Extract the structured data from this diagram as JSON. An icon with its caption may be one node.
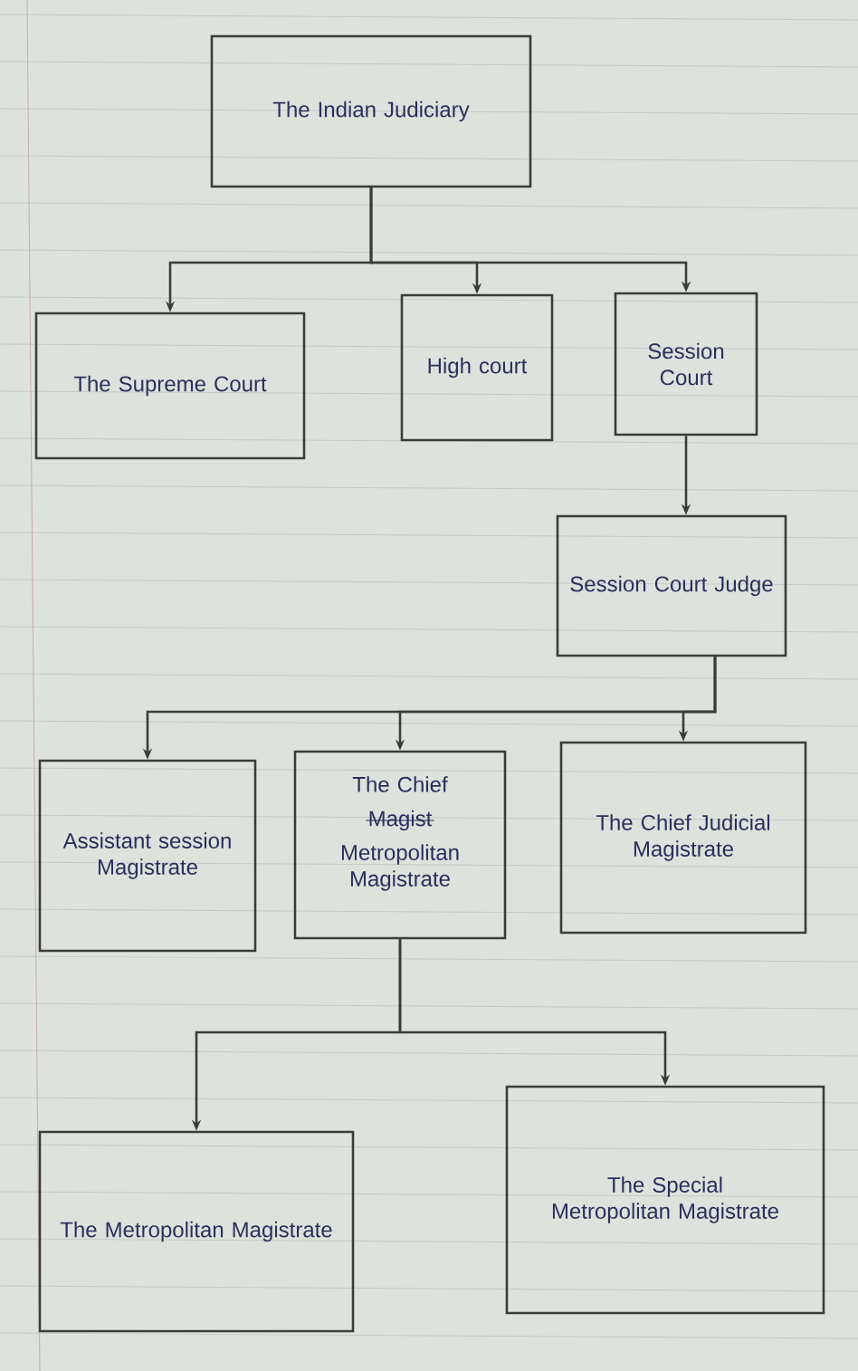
{
  "diagram": {
    "nodes": [
      {
        "text": [
          "The Indian Judiciary"
        ]
      },
      {
        "text": [
          "The Supreme Court"
        ]
      },
      {
        "text": [
          "High court"
        ]
      },
      {
        "text": [
          "Session Court"
        ]
      },
      {
        "text": [
          "Session Court Judge"
        ]
      },
      {
        "text": [
          "Assistant session Magistrate"
        ]
      },
      {
        "text": [
          "The Chief",
          "Magist",
          "Metropolitan Magistrate"
        ]
      },
      {
        "text": [
          "The Chief Judicial Magistrate"
        ]
      },
      {
        "text": [
          "The Metropolitan Magistrate"
        ]
      },
      {
        "text": [
          "The Special Metropolitan Magistrate"
        ]
      }
    ],
    "edges": [
      {
        "from": 0,
        "to": 1,
        "arrow": "to"
      },
      {
        "from": 0,
        "to": 2,
        "arrow": "to"
      },
      {
        "from": 0,
        "to": 3,
        "arrow": "to"
      },
      {
        "from": 3,
        "to": 4,
        "arrow": "to"
      },
      {
        "from": 4,
        "to": 5,
        "arrow": "to"
      },
      {
        "from": 4,
        "to": 6,
        "arrow": "to"
      },
      {
        "from": 4,
        "to": 7,
        "arrow": "to"
      },
      {
        "from": 6,
        "to": 8,
        "arrow": "to"
      },
      {
        "from": 6,
        "to": 9,
        "arrow": "to"
      }
    ]
  }
}
